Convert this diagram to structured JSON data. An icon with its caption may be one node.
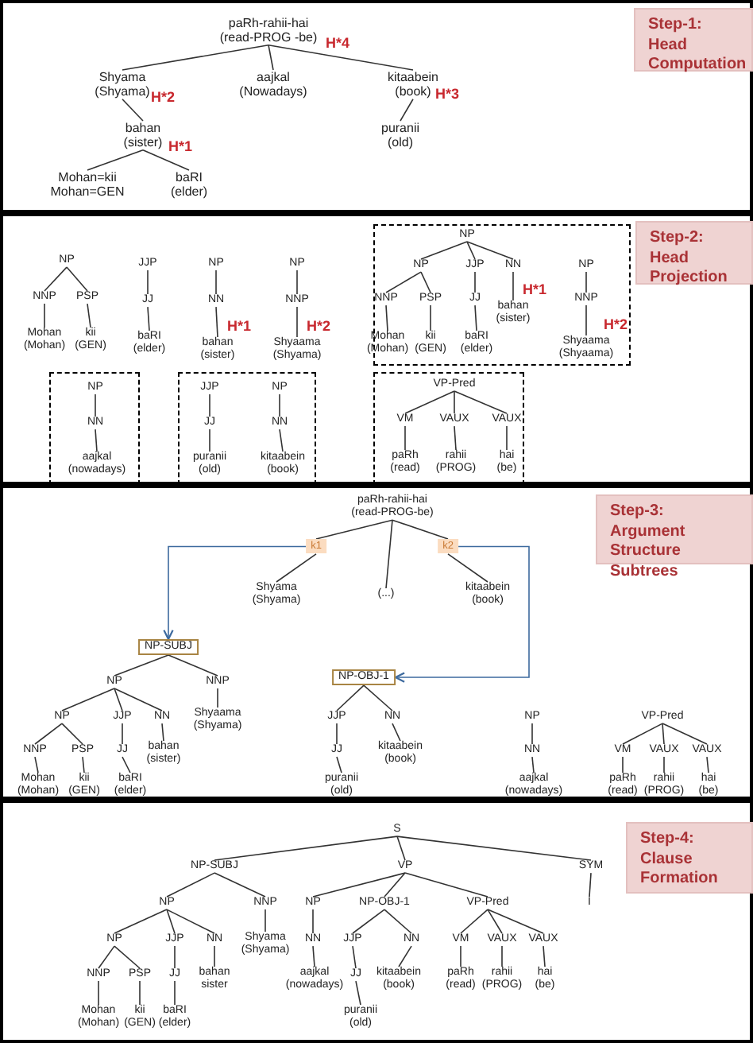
{
  "diagram": {
    "nodes": [
      {
        "text": [],
        "shape": "box"
      },
      {
        "text": [
          "Step-1: Head Computation"
        ],
        "in": 0
      },
      {
        "text": [
          "paRh-rahii-hai",
          "(read-PROG -be)"
        ],
        "in": 0,
        "beside": [
          "H*4"
        ]
      },
      {
        "text": [
          "Shyama",
          "(Shyama)"
        ],
        "in": 0,
        "beside": [
          "H*2"
        ]
      },
      {
        "text": [
          "aajkal",
          "(Nowadays)"
        ],
        "in": 0
      },
      {
        "text": [
          "kitaabein",
          "(book)"
        ],
        "in": 0,
        "beside": [
          "H*3"
        ]
      },
      {
        "text": [
          "bahan",
          "(sister)"
        ],
        "in": 0,
        "beside": [
          "H*1"
        ]
      },
      {
        "text": [
          "puranii",
          "(old)"
        ],
        "in": 0
      },
      {
        "text": [
          "Mohan=kii",
          "Mohan=GEN"
        ],
        "in": 0
      },
      {
        "text": [
          "baRI",
          "(elder)"
        ],
        "in": 0
      },
      {
        "text": [],
        "shape": "box"
      },
      {
        "text": [
          "Step-2: Head Projection"
        ],
        "in": 10
      },
      {
        "text": [
          "NP"
        ],
        "in": 10
      },
      {
        "text": [
          "NNP"
        ],
        "in": 10
      },
      {
        "text": [
          "PSP"
        ],
        "in": 10
      },
      {
        "text": [
          "Mohan",
          "(Mohan)"
        ],
        "in": 10
      },
      {
        "text": [
          "kii",
          "(GEN)"
        ],
        "in": 10
      },
      {
        "text": [
          "JJP"
        ],
        "in": 10
      },
      {
        "text": [
          "JJ"
        ],
        "in": 10
      },
      {
        "text": [
          "baRI",
          "(elder)"
        ],
        "in": 10
      },
      {
        "text": [
          "NP"
        ],
        "in": 10
      },
      {
        "text": [
          "NN"
        ],
        "in": 10
      },
      {
        "text": [
          "bahan",
          "(sister)"
        ],
        "in": 10,
        "beside": [
          "H*1"
        ]
      },
      {
        "text": [
          "NP"
        ],
        "in": 10
      },
      {
        "text": [
          "NNP"
        ],
        "in": 10
      },
      {
        "text": [
          "Shyaama",
          "(Shyama)"
        ],
        "in": 10,
        "beside": [
          "H*2"
        ]
      },
      {
        "text": [],
        "shape": "box",
        "in": 10
      },
      {
        "text": [
          "NP"
        ],
        "in": 26
      },
      {
        "text": [
          "NN"
        ],
        "in": 26
      },
      {
        "text": [
          "aajkal",
          "(nowadays)"
        ],
        "in": 26
      },
      {
        "text": [],
        "shape": "box",
        "in": 10
      },
      {
        "text": [
          "JJP"
        ],
        "in": 30
      },
      {
        "text": [
          "JJ"
        ],
        "in": 30
      },
      {
        "text": [
          "puranii",
          "(old)"
        ],
        "in": 30
      },
      {
        "text": [
          "NP"
        ],
        "in": 30
      },
      {
        "text": [
          "NN"
        ],
        "in": 30
      },
      {
        "text": [
          "kitaabein",
          "(book)"
        ],
        "in": 30
      },
      {
        "text": [],
        "shape": "box",
        "in": 10
      },
      {
        "text": [
          "NP"
        ],
        "in": 37
      },
      {
        "text": [
          "NP"
        ],
        "in": 37
      },
      {
        "text": [
          "JJP"
        ],
        "in": 37
      },
      {
        "text": [
          "NN"
        ],
        "in": 37
      },
      {
        "text": [
          "NNP"
        ],
        "in": 37
      },
      {
        "text": [
          "PSP"
        ],
        "in": 37
      },
      {
        "text": [
          "JJ"
        ],
        "in": 37
      },
      {
        "text": [
          "bahan",
          "(sister)"
        ],
        "in": 37,
        "beside": [
          "H*1"
        ]
      },
      {
        "text": [
          "Mohan",
          "(Mohan)"
        ],
        "in": 37
      },
      {
        "text": [
          "kii",
          "(GEN)"
        ],
        "in": 37
      },
      {
        "text": [
          "baRI",
          "(elder)"
        ],
        "in": 37
      },
      {
        "text": [
          "NP"
        ],
        "in": 37
      },
      {
        "text": [
          "NNP"
        ],
        "in": 37
      },
      {
        "text": [
          "Shyaama",
          "(Shyaama)"
        ],
        "in": 37,
        "beside": [
          "H*2"
        ]
      },
      {
        "text": [],
        "shape": "box",
        "in": 10
      },
      {
        "text": [
          "VP-Pred"
        ],
        "in": 52
      },
      {
        "text": [
          "VM"
        ],
        "in": 52
      },
      {
        "text": [
          "VAUX"
        ],
        "in": 52
      },
      {
        "text": [
          "VAUX"
        ],
        "in": 52
      },
      {
        "text": [
          "paRh",
          "(read)"
        ],
        "in": 52
      },
      {
        "text": [
          "rahii",
          "(PROG)"
        ],
        "in": 52
      },
      {
        "text": [
          "hai",
          "(be)"
        ],
        "in": 52
      },
      {
        "text": [],
        "shape": "box"
      },
      {
        "text": [
          "Step-3: Argument Structure Subtrees"
        ],
        "in": 60
      },
      {
        "text": [
          "paRh-rahii-hai",
          "(read-PROG-be)"
        ],
        "in": 60
      },
      {
        "text": [
          "k1"
        ],
        "in": 60
      },
      {
        "text": [
          "k2"
        ],
        "in": 60
      },
      {
        "text": [
          "Shyama",
          "(Shyama)"
        ],
        "in": 60
      },
      {
        "text": [
          "(...)"
        ],
        "in": 60
      },
      {
        "text": [
          "kitaabein",
          "(book)"
        ],
        "in": 60
      },
      {
        "text": [
          "NP-SUBJ"
        ],
        "in": 60
      },
      {
        "text": [
          "NP-OBJ-1"
        ],
        "in": 60
      },
      {
        "text": [
          "NP"
        ],
        "in": 60
      },
      {
        "text": [
          "NNP"
        ],
        "in": 60
      },
      {
        "text": [
          "NP"
        ],
        "in": 60
      },
      {
        "text": [
          "JJP"
        ],
        "in": 60
      },
      {
        "text": [
          "NN"
        ],
        "in": 60
      },
      {
        "text": [
          "Shyaama",
          "(Shyama)"
        ],
        "in": 60
      },
      {
        "text": [
          "JJP"
        ],
        "in": 60
      },
      {
        "text": [
          "NN"
        ],
        "in": 60
      },
      {
        "text": [
          "NP"
        ],
        "in": 60
      },
      {
        "text": [
          "VP-Pred"
        ],
        "in": 60
      },
      {
        "text": [
          "NNP"
        ],
        "in": 60
      },
      {
        "text": [
          "PSP"
        ],
        "in": 60
      },
      {
        "text": [
          "JJ"
        ],
        "in": 60
      },
      {
        "text": [
          "bahan",
          "(sister)"
        ],
        "in": 60
      },
      {
        "text": [
          "JJ"
        ],
        "in": 60
      },
      {
        "text": [
          "kitaabein",
          "(book)"
        ],
        "in": 60
      },
      {
        "text": [
          "NN"
        ],
        "in": 60
      },
      {
        "text": [
          "VM"
        ],
        "in": 60
      },
      {
        "text": [
          "VAUX"
        ],
        "in": 60
      },
      {
        "text": [
          "VAUX"
        ],
        "in": 60
      },
      {
        "text": [
          "Mohan",
          "(Mohan)"
        ],
        "in": 60
      },
      {
        "text": [
          "kii",
          "(GEN)"
        ],
        "in": 60
      },
      {
        "text": [
          "baRI",
          "(elder)"
        ],
        "in": 60
      },
      {
        "text": [
          "puranii",
          "(old)"
        ],
        "in": 60
      },
      {
        "text": [
          "aajkal",
          "(nowadays)"
        ],
        "in": 60
      },
      {
        "text": [
          "paRh",
          "(read)"
        ],
        "in": 60
      },
      {
        "text": [
          "rahii",
          "(PROG)"
        ],
        "in": 60
      },
      {
        "text": [
          "hai",
          "(be)"
        ],
        "in": 60
      },
      {
        "text": [],
        "shape": "box"
      },
      {
        "text": [
          "Step-4: Clause Formation"
        ],
        "in": 98
      },
      {
        "text": [
          "S"
        ],
        "in": 98
      },
      {
        "text": [
          "NP-SUBJ"
        ],
        "in": 98
      },
      {
        "text": [
          "VP"
        ],
        "in": 98
      },
      {
        "text": [
          "SYM"
        ],
        "in": 98
      },
      {
        "text": [
          "NP"
        ],
        "in": 98
      },
      {
        "text": [
          "NNP"
        ],
        "in": 98
      },
      {
        "text": [
          "NP"
        ],
        "in": 98
      },
      {
        "text": [
          "NP-OBJ-1"
        ],
        "in": 98
      },
      {
        "text": [
          "VP-Pred"
        ],
        "in": 98
      },
      {
        "text": [
          "I"
        ],
        "in": 98
      },
      {
        "text": [
          "NP"
        ],
        "in": 98
      },
      {
        "text": [
          "JJP"
        ],
        "in": 98
      },
      {
        "text": [
          "NN"
        ],
        "in": 98
      },
      {
        "text": [
          "Shyama",
          "(Shyama)"
        ],
        "in": 98
      },
      {
        "text": [
          "NN"
        ],
        "in": 98
      },
      {
        "text": [
          "JJP"
        ],
        "in": 98
      },
      {
        "text": [
          "NN"
        ],
        "in": 98
      },
      {
        "text": [
          "VM"
        ],
        "in": 98
      },
      {
        "text": [
          "VAUX"
        ],
        "in": 98
      },
      {
        "text": [
          "VAUX"
        ],
        "in": 98
      },
      {
        "text": [
          "NNP"
        ],
        "in": 98
      },
      {
        "text": [
          "PSP"
        ],
        "in": 98
      },
      {
        "text": [
          "JJ"
        ],
        "in": 98
      },
      {
        "text": [
          "bahan",
          "sister"
        ],
        "in": 98
      },
      {
        "text": [
          "aajkal",
          "(nowadays)"
        ],
        "in": 98
      },
      {
        "text": [
          "JJ"
        ],
        "in": 98
      },
      {
        "text": [
          "kitaabein",
          "(book)"
        ],
        "in": 98
      },
      {
        "text": [
          "paRh",
          "(read)"
        ],
        "in": 98
      },
      {
        "text": [
          "rahii",
          "(PROG)"
        ],
        "in": 98
      },
      {
        "text": [
          "hai",
          "(be)"
        ],
        "in": 98
      },
      {
        "text": [
          "Mohan",
          "(Mohan)"
        ],
        "in": 98
      },
      {
        "text": [
          "kii",
          "(GEN)"
        ],
        "in": 98
      },
      {
        "text": [
          "baRI",
          "(elder)"
        ],
        "in": 98
      },
      {
        "text": [
          "puranii",
          "(old)"
        ],
        "in": 98
      }
    ],
    "edges": [
      {
        "from": 2,
        "to": 3,
        "arrow": "none"
      },
      {
        "from": 2,
        "to": 4,
        "arrow": "none"
      },
      {
        "from": 2,
        "to": 5,
        "arrow": "none"
      },
      {
        "from": 3,
        "to": 6,
        "arrow": "none"
      },
      {
        "from": 5,
        "to": 7,
        "arrow": "none"
      },
      {
        "from": 6,
        "to": 8,
        "arrow": "none"
      },
      {
        "from": 6,
        "to": 9,
        "arrow": "none"
      },
      {
        "from": 12,
        "to": 13,
        "arrow": "none"
      },
      {
        "from": 12,
        "to": 14,
        "arrow": "none"
      },
      {
        "from": 13,
        "to": 15,
        "arrow": "none"
      },
      {
        "from": 14,
        "to": 16,
        "arrow": "none"
      },
      {
        "from": 17,
        "to": 18,
        "arrow": "none"
      },
      {
        "from": 18,
        "to": 19,
        "arrow": "none"
      },
      {
        "from": 20,
        "to": 21,
        "arrow": "none"
      },
      {
        "from": 21,
        "to": 22,
        "arrow": "none"
      },
      {
        "from": 23,
        "to": 24,
        "arrow": "none"
      },
      {
        "from": 24,
        "to": 25,
        "arrow": "none"
      },
      {
        "from": 27,
        "to": 28,
        "arrow": "none"
      },
      {
        "from": 28,
        "to": 29,
        "arrow": "none"
      },
      {
        "from": 31,
        "to": 32,
        "arrow": "none"
      },
      {
        "from": 32,
        "to": 33,
        "arrow": "none"
      },
      {
        "from": 34,
        "to": 35,
        "arrow": "none"
      },
      {
        "from": 35,
        "to": 36,
        "arrow": "none"
      },
      {
        "from": 38,
        "to": 39,
        "arrow": "none"
      },
      {
        "from": 38,
        "to": 40,
        "arrow": "none"
      },
      {
        "from": 38,
        "to": 41,
        "arrow": "none"
      },
      {
        "from": 39,
        "to": 42,
        "arrow": "none"
      },
      {
        "from": 39,
        "to": 43,
        "arrow": "none"
      },
      {
        "from": 40,
        "to": 44,
        "arrow": "none"
      },
      {
        "from": 41,
        "to": 45,
        "arrow": "none"
      },
      {
        "from": 42,
        "to": 46,
        "arrow": "none"
      },
      {
        "from": 43,
        "to": 47,
        "arrow": "none"
      },
      {
        "from": 44,
        "to": 48,
        "arrow": "none"
      },
      {
        "from": 49,
        "to": 50,
        "arrow": "none"
      },
      {
        "from": 50,
        "to": 51,
        "arrow": "none"
      },
      {
        "from": 53,
        "to": 54,
        "arrow": "none"
      },
      {
        "from": 53,
        "to": 55,
        "arrow": "none"
      },
      {
        "from": 53,
        "to": 56,
        "arrow": "none"
      },
      {
        "from": 54,
        "to": 57,
        "arrow": "none"
      },
      {
        "from": 55,
        "to": 58,
        "arrow": "none"
      },
      {
        "from": 56,
        "to": 59,
        "arrow": "none"
      },
      {
        "from": 62,
        "to": 63,
        "arrow": "none"
      },
      {
        "from": 63,
        "to": 65,
        "arrow": "none"
      },
      {
        "from": 62,
        "to": 66,
        "arrow": "none"
      },
      {
        "from": 62,
        "to": 64,
        "arrow": "none"
      },
      {
        "from": 64,
        "to": 67,
        "arrow": "none"
      },
      {
        "from": 63,
        "to": 68,
        "arrow": "to",
        "color": "#3d6a9e"
      },
      {
        "from": 64,
        "to": 69,
        "arrow": "to",
        "color": "#3d6a9e"
      },
      {
        "from": 68,
        "to": 70,
        "arrow": "none"
      },
      {
        "from": 68,
        "to": 71,
        "arrow": "none"
      },
      {
        "from": 70,
        "to": 72,
        "arrow": "none"
      },
      {
        "from": 70,
        "to": 73,
        "arrow": "none"
      },
      {
        "from": 70,
        "to": 74,
        "arrow": "none"
      },
      {
        "from": 71,
        "to": 75,
        "arrow": "none"
      },
      {
        "from": 72,
        "to": 80,
        "arrow": "none"
      },
      {
        "from": 72,
        "to": 81,
        "arrow": "none"
      },
      {
        "from": 73,
        "to": 82,
        "arrow": "none"
      },
      {
        "from": 74,
        "to": 83,
        "arrow": "none"
      },
      {
        "from": 80,
        "to": 90,
        "arrow": "none"
      },
      {
        "from": 81,
        "to": 91,
        "arrow": "none"
      },
      {
        "from": 82,
        "to": 92,
        "arrow": "none"
      },
      {
        "from": 69,
        "to": 76,
        "arrow": "none"
      },
      {
        "from": 69,
        "to": 77,
        "arrow": "none"
      },
      {
        "from": 76,
        "to": 84,
        "arrow": "none"
      },
      {
        "from": 77,
        "to": 85,
        "arrow": "none"
      },
      {
        "from": 84,
        "to": 93,
        "arrow": "none"
      },
      {
        "from": 78,
        "to": 86,
        "arrow": "none"
      },
      {
        "from": 86,
        "to": 94,
        "arrow": "none"
      },
      {
        "from": 79,
        "to": 87,
        "arrow": "none"
      },
      {
        "from": 79,
        "to": 88,
        "arrow": "none"
      },
      {
        "from": 79,
        "to": 89,
        "arrow": "none"
      },
      {
        "from": 87,
        "to": 95,
        "arrow": "none"
      },
      {
        "from": 88,
        "to": 96,
        "arrow": "none"
      },
      {
        "from": 89,
        "to": 97,
        "arrow": "none"
      },
      {
        "from": 100,
        "to": 101,
        "arrow": "none"
      },
      {
        "from": 100,
        "to": 102,
        "arrow": "none"
      },
      {
        "from": 100,
        "to": 103,
        "arrow": "none"
      },
      {
        "from": 103,
        "to": 109,
        "arrow": "none"
      },
      {
        "from": 101,
        "to": 104,
        "arrow": "none"
      },
      {
        "from": 101,
        "to": 105,
        "arrow": "none"
      },
      {
        "from": 104,
        "to": 110,
        "arrow": "none"
      },
      {
        "from": 104,
        "to": 111,
        "arrow": "none"
      },
      {
        "from": 104,
        "to": 112,
        "arrow": "none"
      },
      {
        "from": 105,
        "to": 113,
        "arrow": "none"
      },
      {
        "from": 110,
        "to": 120,
        "arrow": "none"
      },
      {
        "from": 110,
        "to": 121,
        "arrow": "none"
      },
      {
        "from": 111,
        "to": 122,
        "arrow": "none"
      },
      {
        "from": 112,
        "to": 123,
        "arrow": "none"
      },
      {
        "from": 120,
        "to": 130,
        "arrow": "none"
      },
      {
        "from": 121,
        "to": 131,
        "arrow": "none"
      },
      {
        "from": 122,
        "to": 132,
        "arrow": "none"
      },
      {
        "from": 102,
        "to": 106,
        "arrow": "none"
      },
      {
        "from": 102,
        "to": 107,
        "arrow": "none"
      },
      {
        "from": 102,
        "to": 108,
        "arrow": "none"
      },
      {
        "from": 106,
        "to": 114,
        "arrow": "none"
      },
      {
        "from": 114,
        "to": 124,
        "arrow": "none"
      },
      {
        "from": 107,
        "to": 115,
        "arrow": "none"
      },
      {
        "from": 107,
        "to": 116,
        "arrow": "none"
      },
      {
        "from": 115,
        "to": 125,
        "arrow": "none"
      },
      {
        "from": 116,
        "to": 126,
        "arrow": "none"
      },
      {
        "from": 125,
        "to": 133,
        "arrow": "none"
      },
      {
        "from": 108,
        "to": 117,
        "arrow": "none"
      },
      {
        "from": 108,
        "to": 118,
        "arrow": "none"
      },
      {
        "from": 108,
        "to": 119,
        "arrow": "none"
      },
      {
        "from": 117,
        "to": 127,
        "arrow": "none"
      },
      {
        "from": 118,
        "to": 128,
        "arrow": "none"
      },
      {
        "from": 119,
        "to": 129,
        "arrow": "none"
      }
    ]
  }
}
